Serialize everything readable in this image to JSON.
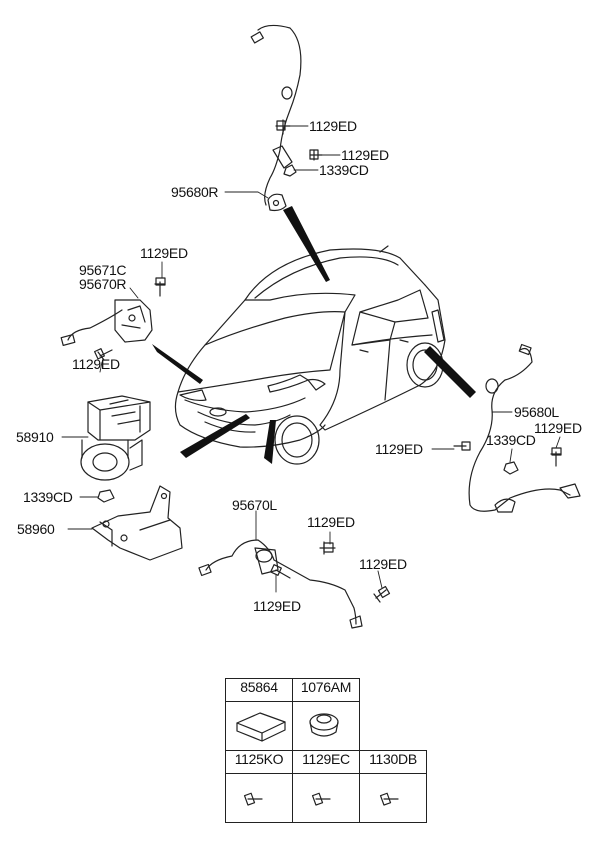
{
  "callouts": {
    "r_bolt_1": "1129ED",
    "r_bolt_2": "1129ED",
    "r_nut": "1339CD",
    "r_sensor": "95680R",
    "fr_sensor_c": "95671C",
    "fr_sensor_r": "95670R",
    "fr_bolt_top": "1129ED",
    "fr_bolt_bottom": "1129ED",
    "hecu": "58910",
    "hecu_nut": "1339CD",
    "bracket": "58960",
    "fl_sensor": "95670L",
    "fl_bolt_1": "1129ED",
    "fl_bolt_2": "1129ED",
    "fl_bolt_3": "1129ED",
    "l_sensor": "95680L",
    "l_bolt_1": "1129ED",
    "l_bolt_2": "1129ED",
    "l_nut": "1339CD"
  },
  "parts_table": {
    "row1": [
      "85864",
      "1076AM"
    ],
    "row2": [
      "1125KO",
      "1129EC",
      "1130DB"
    ]
  }
}
